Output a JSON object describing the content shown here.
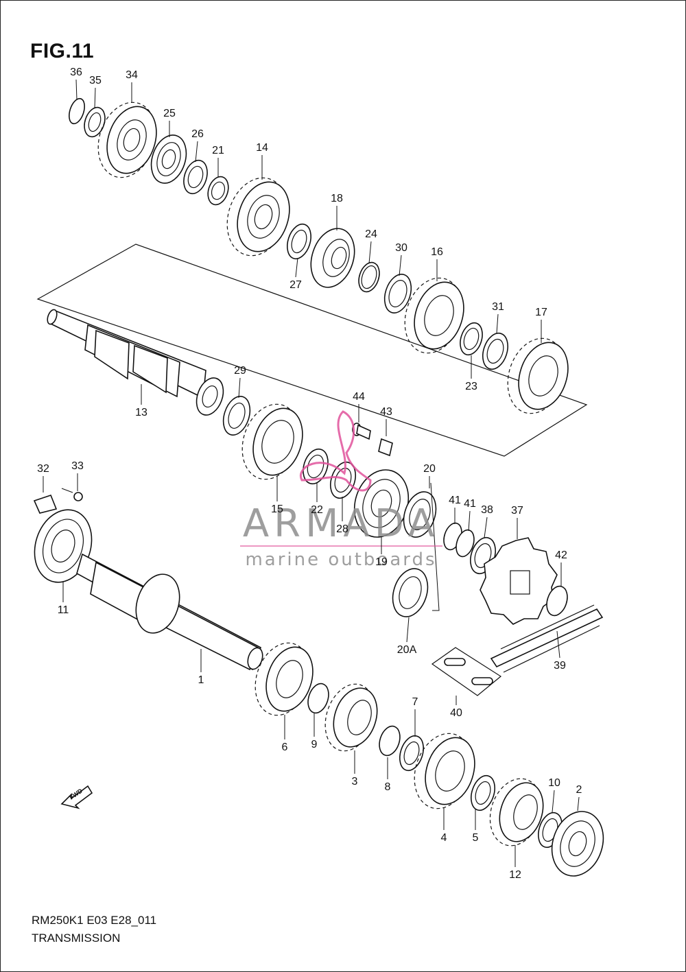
{
  "figure": {
    "title": "FIG.11",
    "model_code": "RM250K1 E03 E28_011",
    "section_name": "TRANSMISSION"
  },
  "watermark": {
    "brand": "ARMADA",
    "tagline": "marine outboards",
    "accent_color": "#e0529b"
  },
  "direction_arrow": {
    "label": "FWD"
  },
  "callouts": [
    "36",
    "35",
    "34",
    "25",
    "26",
    "21",
    "14",
    "18",
    "24",
    "27",
    "30",
    "16",
    "31",
    "17",
    "23",
    "29",
    "13",
    "44",
    "43",
    "20",
    "41",
    "41",
    "38",
    "37",
    "42",
    "15",
    "22",
    "28",
    "19",
    "20A",
    "32",
    "33",
    "11",
    "1",
    "39",
    "40",
    "6",
    "9",
    "3",
    "7",
    "8",
    "4",
    "5",
    "12",
    "10",
    "2"
  ],
  "colors": {
    "line": "#111111",
    "background": "#ffffff",
    "watermark_gray": "#8e8e8e"
  }
}
